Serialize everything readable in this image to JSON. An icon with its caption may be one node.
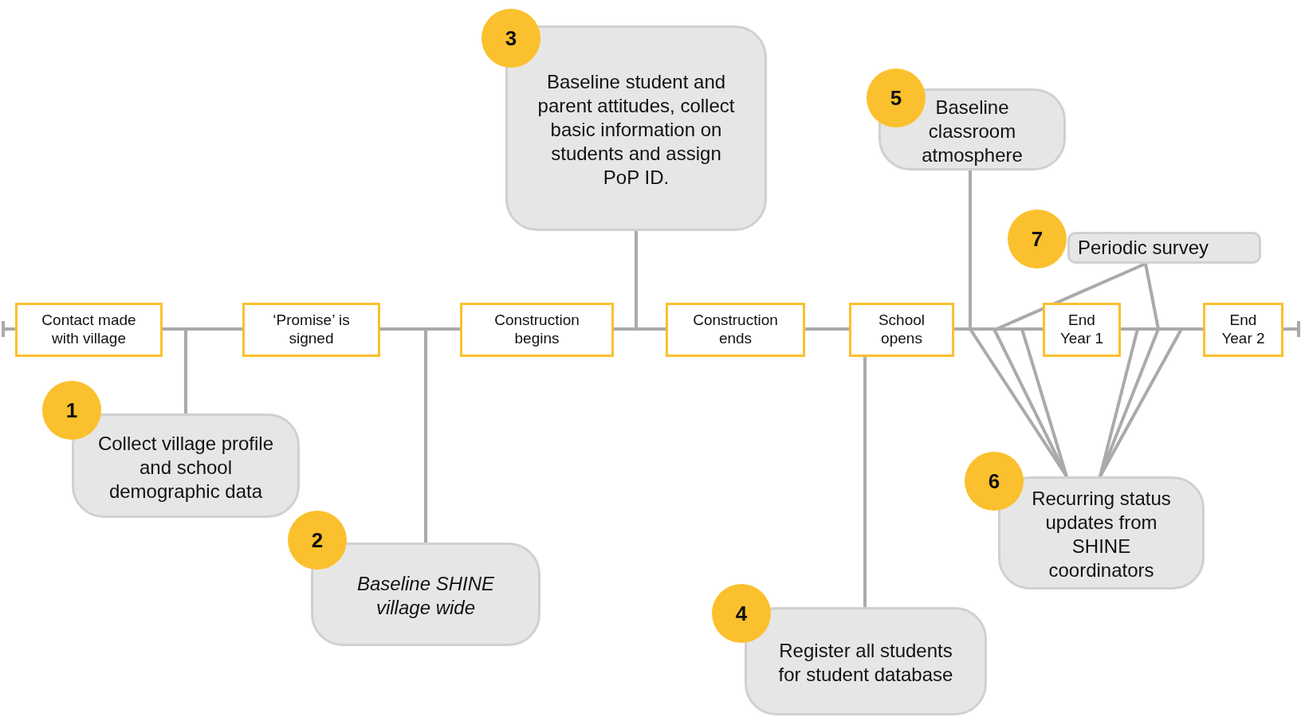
{
  "diagram": {
    "nodes": [
      {
        "text": [
          "Contact made with village"
        ]
      },
      {
        "text": [
          "‘Promise’ is signed"
        ]
      },
      {
        "text": [
          "Construction begins"
        ]
      },
      {
        "text": [
          "Construction ends"
        ]
      },
      {
        "text": [
          "School opens"
        ]
      },
      {
        "text": [
          "End Year 1"
        ]
      },
      {
        "text": [
          "End Year 2"
        ]
      },
      {
        "text": [
          "1",
          "Collect village profile and school demographic data"
        ]
      },
      {
        "text": [
          "2",
          "Baseline SHINE village wide"
        ]
      },
      {
        "text": [
          "3",
          "Baseline student and parent attitudes, collect basic information on students and assign PoP ID."
        ]
      },
      {
        "text": [
          "4",
          "Register all students for student database"
        ]
      },
      {
        "text": [
          "5",
          "Baseline classroom atmosphere"
        ]
      },
      {
        "text": [
          "6",
          "Recurring status updates from SHINE coordinators"
        ]
      },
      {
        "text": [
          "7",
          "Periodic survey"
        ]
      }
    ],
    "edges": [
      {
        "from": null,
        "to": 0,
        "arrow": "other"
      },
      {
        "from": 0,
        "to": 1,
        "arrow": "none"
      },
      {
        "from": 1,
        "to": 2,
        "arrow": "none"
      },
      {
        "from": 2,
        "to": 3,
        "arrow": "none"
      },
      {
        "from": 3,
        "to": 4,
        "arrow": "none"
      },
      {
        "from": 4,
        "to": 5,
        "arrow": "none"
      },
      {
        "from": 5,
        "to": 6,
        "arrow": "none"
      },
      {
        "from": 6,
        "to": null,
        "arrow": "other"
      },
      {
        "from": 7,
        "to": null,
        "arrow": "none"
      },
      {
        "from": 8,
        "to": null,
        "arrow": "none"
      },
      {
        "from": 9,
        "to": null,
        "arrow": "none"
      },
      {
        "from": 10,
        "to": 4,
        "arrow": "none"
      },
      {
        "from": 11,
        "to": null,
        "arrow": "none"
      },
      {
        "from": 12,
        "to": null,
        "arrow": "none"
      },
      {
        "from": 12,
        "to": null,
        "arrow": "none"
      },
      {
        "from": 12,
        "to": null,
        "arrow": "none"
      },
      {
        "from": 12,
        "to": null,
        "arrow": "none"
      },
      {
        "from": 12,
        "to": null,
        "arrow": "none"
      },
      {
        "from": 12,
        "to": null,
        "arrow": "none"
      },
      {
        "from": 13,
        "to": null,
        "arrow": "none"
      },
      {
        "from": 13,
        "to": null,
        "arrow": "none"
      }
    ]
  }
}
